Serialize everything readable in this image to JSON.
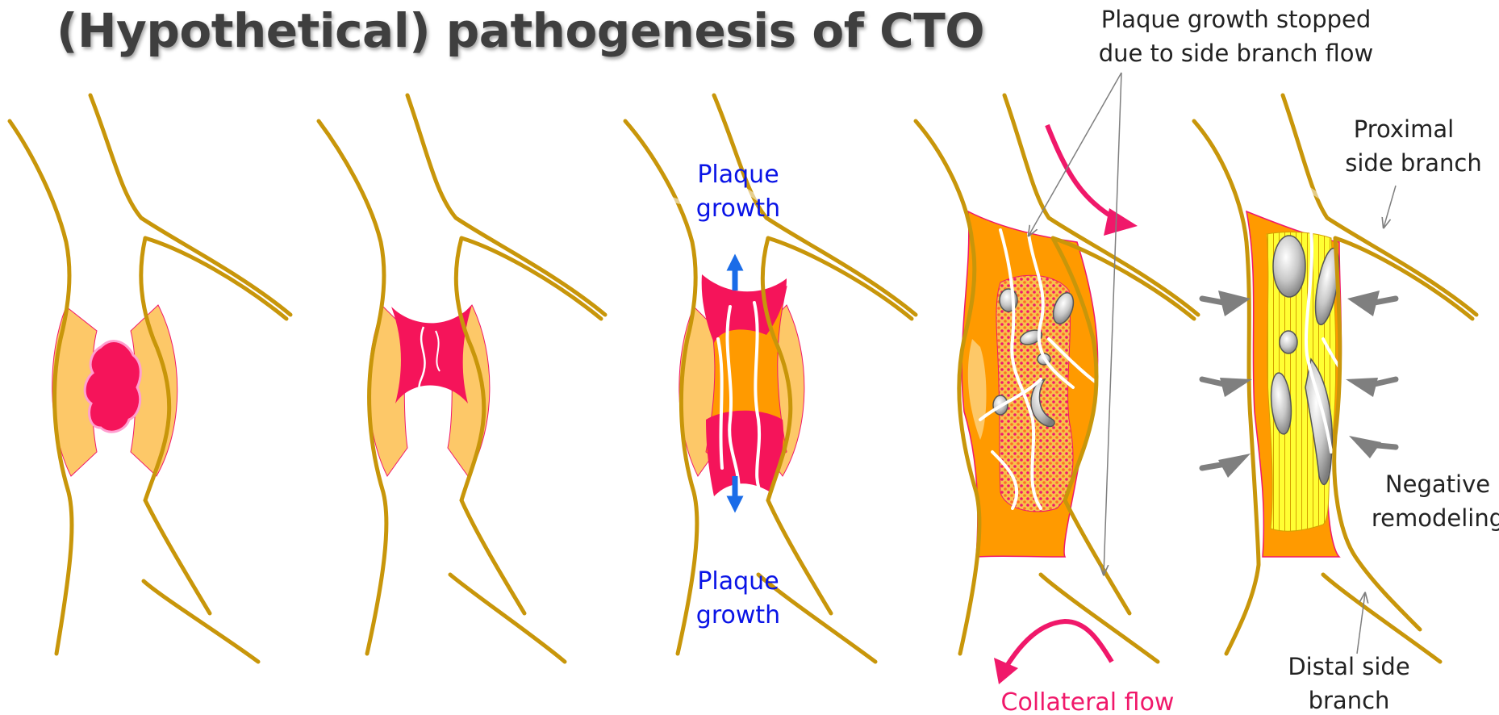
{
  "title": "(Hypothetical) pathogenesis of CTO",
  "labels": {
    "plaque_growth_top_1": "Plaque",
    "plaque_growth_top_2": "growth",
    "plaque_growth_bottom_1": "Plaque",
    "plaque_growth_bottom_2": "growth",
    "stopped_1": "Plaque growth stopped",
    "stopped_2": "due to side branch flow",
    "proximal_1": "Proximal",
    "proximal_2": "side branch",
    "negative_1": "Negative",
    "negative_2": "remodeling",
    "distal_1": "Distal side",
    "distal_2": "branch",
    "collateral": "Collateral flow"
  },
  "colors": {
    "vessel_wall": "#c8960a",
    "plaque_light": "#fdc868",
    "plaque_orange": "#ff9a00",
    "thrombus": "#f5145a",
    "collateral_arrow": "#f0186a",
    "plaque_growth_text": "#0a14e6",
    "plaque_growth_arrow": "#1a6ce8",
    "fibrous_yellow": "#ffff33",
    "remodel_arrow": "#7f7f7f"
  }
}
